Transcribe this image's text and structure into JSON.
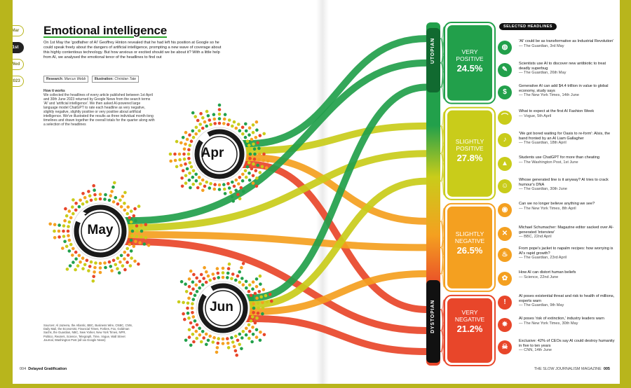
{
  "tabs": [
    "Mar",
    "1st",
    "Wed",
    "2023"
  ],
  "title": "Emotional intelligence",
  "intro": "On 1st May the 'godfather of AI' Geoffrey Hinton revealed that he had left his position at Google so he could speak freely about the dangers of artificial intelligence, prompting a new wave of coverage about this highly contentious technology. But how anxious or excited should we be about it? With a little help from AI, we analysed the emotional tenor of the headlines to find out",
  "credits": {
    "research_label": "Research:",
    "research_name": "Marcus Webb",
    "illustration_label": "Illustration:",
    "illustration_name": "Christian Tate"
  },
  "how_it_works": {
    "heading": "How it works",
    "body": "We collected the headlines of every article published between 1st April and 30th June 2023 returned by Google News from the search terms 'AI' and 'artificial intelligence'. We then asked AI-powered large language model ChatGPT to rate each headline as very negative, slightly negative, slightly positive or very positive about artificial intelligence. We've illustrated the results as three individual month-long timelines and drawn together the overall totals for the quarter along with a selection of the headlines"
  },
  "sources": "Sources: Al Jazeera, the Atlantic, BBC, Business Wire, CNBC, CNN, Daily Mail, the Economist, Financial Times, Forbes, Fox, Goldman Sachs, the Guardian, NBC, New Yorker, New York Times, NPR, Politico, Reuters, Science, Telegraph, Time, Vogue, Wall Street Journal, Washington Post (all via Google News)",
  "footer": {
    "left_page": "004",
    "left_section": "Delayed Gratification",
    "right_magazine": "THE SLOW JOURNALISM MAGAZINE",
    "right_page": "005"
  },
  "months": [
    "Apr",
    "May",
    "Jun"
  ],
  "colors": {
    "very_positive": "#22a04b",
    "slightly_positive": "#c9cc1a",
    "slightly_negative": "#f4a020",
    "very_negative": "#e8462a",
    "olive": "#b8b51c",
    "dark": "#1a1a1a"
  },
  "chart_data": {
    "type": "area",
    "title": "Emotional intelligence",
    "categories": [
      "Very positive",
      "Slightly positive",
      "Slightly negative",
      "Very negative"
    ],
    "values": [
      24.5,
      27.8,
      26.5,
      21.2
    ],
    "unit": "%",
    "group_labels": [
      "UTOPIAN",
      "DYSTOPIAN"
    ],
    "months": [
      "Apr",
      "May",
      "Jun"
    ]
  },
  "panels": [
    {
      "label": "VERY POSITIVE",
      "pct": "24.5%"
    },
    {
      "label": "SLIGHTLY POSITIVE",
      "pct": "27.8%"
    },
    {
      "label": "SLIGHTLY NEGATIVE",
      "pct": "26.5%"
    },
    {
      "label": "VERY NEGATIVE",
      "pct": "21.2%"
    }
  ],
  "selected_headlines_title": "SELECTED HEADLINES",
  "headlines": [
    {
      "text": "'AI' could be as transformative as Industrial Revolution'",
      "source": "— The Guardian, 3rd May",
      "icon": "globe-icon"
    },
    {
      "text": "Scientists use AI to discover new antibiotic to treat deadly superbug",
      "source": "— The Guardian, 26th May",
      "icon": "pill-icon"
    },
    {
      "text": "Generative AI can add $4.4 trillion in value to global economy, study says",
      "source": "— The New York Times, 14th June",
      "icon": "dollar-icon"
    },
    {
      "text": "What to expect at the first AI Fashion Week",
      "source": "— Vogue, 5th April",
      "icon": "hanger-icon"
    },
    {
      "text": "'We got bored waiting for Oasis to re-form': AIsis, the band fronted by an AI Liam Gallagher",
      "source": "— The Guardian, 18th April",
      "icon": "guitar-icon"
    },
    {
      "text": "Students use ChatGPT for more than cheating",
      "source": "— The Washington Post, 1st June",
      "icon": "graduation-cap-icon"
    },
    {
      "text": "Whose generated line is it anyway? AI tries to crack humour's DNA",
      "source": "— The Guardian, 30th June",
      "icon": "smile-icon"
    },
    {
      "text": "Can we no longer believe anything we see?",
      "source": "— The New York Times, 8th April",
      "icon": "eye-icon"
    },
    {
      "text": "Michael Schumacher: Magazine editor sacked over AI-generated 'interview'",
      "source": "— BBC, 22nd April",
      "icon": "cross-icon"
    },
    {
      "text": "From pope's jacket to napalm recipes: how worrying is AI's rapid growth?",
      "source": "— The Guardian, 23rd April",
      "icon": "fire-icon"
    },
    {
      "text": "How AI can distort human beliefs",
      "source": "— Science, 22nd June",
      "icon": "brain-icon"
    },
    {
      "text": "AI poses existential threat and risk to health of millions, experts warn",
      "source": "— The Guardian, 9th May",
      "icon": "warning-icon"
    },
    {
      "text": "AI poses 'risk of extinction,' industry leaders warn",
      "source": "— The New York Times, 30th May",
      "icon": "explosion-icon"
    },
    {
      "text": "Exclusive: 42% of CEOs say AI could destroy humanity in five to ten years",
      "source": "— CNN, 14th June",
      "icon": "skull-icon"
    }
  ]
}
